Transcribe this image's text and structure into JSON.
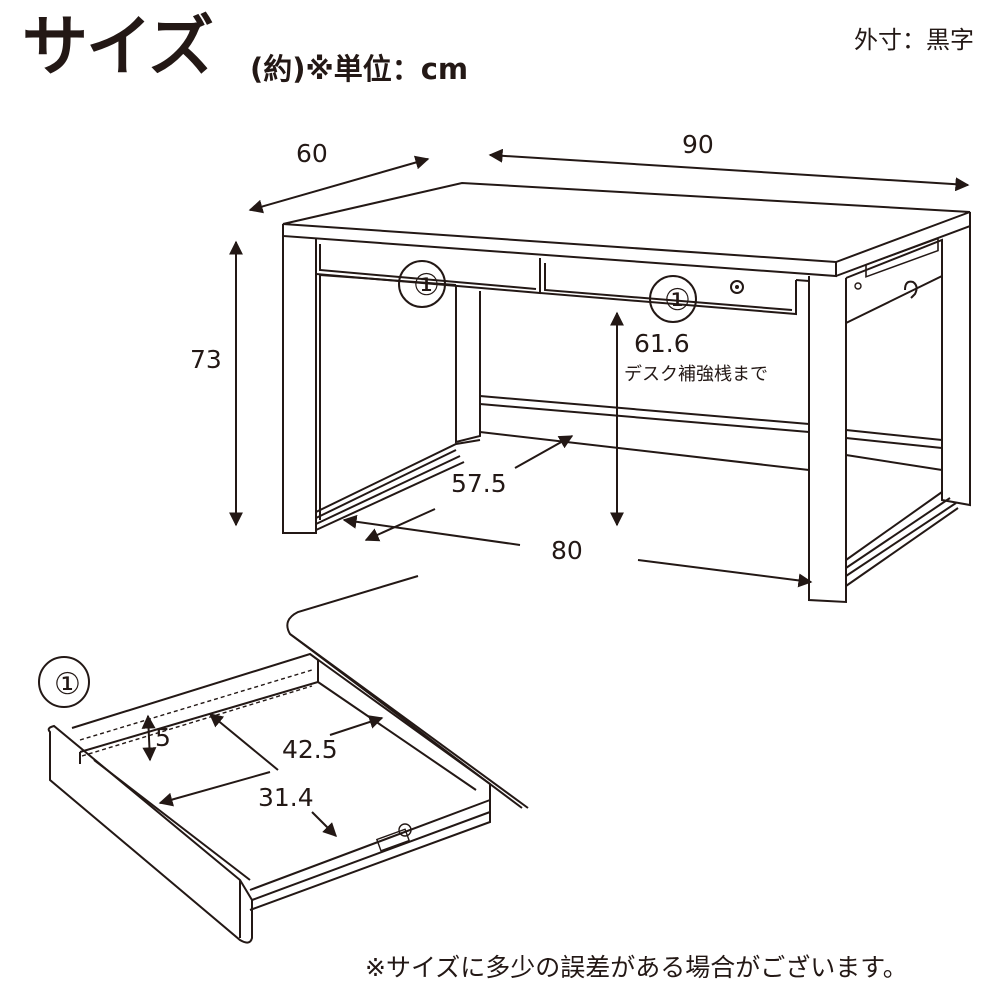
{
  "header": {
    "title": "サイズ",
    "subtitle": "(約)※単位：cm",
    "note": "外寸：黒字"
  },
  "dimensions": {
    "depth": "60",
    "width": "90",
    "height": "73",
    "brace_height": "61.6",
    "brace_note": "デスク補強桟まで",
    "inner_depth": "57.5",
    "inner_width": "80"
  },
  "drawer": {
    "marker": "①",
    "inner_height": "5",
    "inner_width": "42.5",
    "inner_depth": "31.4"
  },
  "footer": {
    "disclaimer": "※サイズに多少の誤差がある場合がございます。"
  }
}
